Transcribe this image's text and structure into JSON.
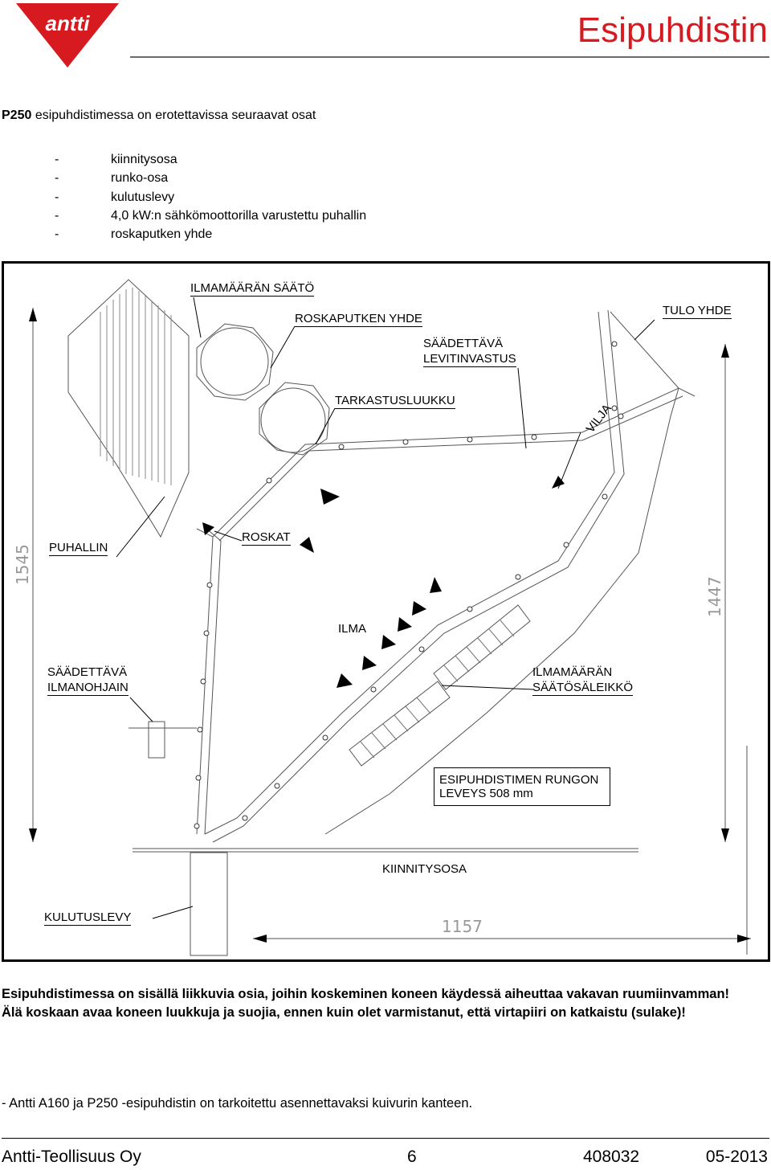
{
  "header": {
    "brand_logo": "antti",
    "title": "Esipuhdistin",
    "accent_color": "#d71920"
  },
  "intro": {
    "model": "P250",
    "text": " esipuhdistimessa on erotettavissa seuraavat osat"
  },
  "parts": [
    {
      "dash": "-",
      "text": "kiinnitysosa"
    },
    {
      "dash": "-",
      "text": "runko-osa"
    },
    {
      "dash": "-",
      "text": "kulutuslevy"
    },
    {
      "dash": "-",
      "text": "4,0 kW:n sähkömoottorilla varustettu puhallin"
    },
    {
      "dash": "-",
      "text": "roskaputken yhde"
    }
  ],
  "diagram": {
    "labels": {
      "ilmamaaran_saato": "ILMAMÄÄRÄN SÄÄTÖ",
      "roskaputken_yhde": "ROSKAPUTKEN YHDE",
      "tulo_yhde": "TULO YHDE",
      "levitinvastus_1": "SÄÄDETTÄVÄ",
      "levitinvastus_2": "LEVITINVASTUS",
      "tarkastusluukku": "TARKASTUSLUUKKU",
      "vilja": "VILJA",
      "puhallin": "PUHALLIN",
      "roskat": "ROSKAT",
      "ilma": "ILMA",
      "ilmanohjain_1": "SÄÄDETTÄVÄ",
      "ilmanohjain_2": "ILMANOHJAIN",
      "saatosaleikko_1": "ILMAMÄÄRÄN",
      "saatosaleikko_2": "SÄÄTÖSÄLEIKKÖ",
      "leveys_1": "ESIPUHDISTIMEN RUNGON",
      "leveys_2": "LEVEYS 508 mm",
      "kiinnitysosa": "KIINNITYSOSA",
      "kulutuslevy": "KULUTUSLEVY"
    },
    "dimensions": {
      "left_height": "1545",
      "right_height": "1447",
      "bottom_width": "1157"
    }
  },
  "warning": {
    "line1": "Esipuhdistimessa on sisällä liikkuvia osia, joihin koskeminen koneen käydessä aiheuttaa vakavan ruumiinvamman!",
    "line2": "Älä koskaan avaa koneen luukkuja ja suojia, ennen kuin olet varmistanut, että virtapiiri on katkaistu (sulake)!"
  },
  "note": "- Antti A160 ja P250 -esipuhdistin on tarkoitettu asennettavaksi kuivurin kanteen.",
  "footer": {
    "company": "Antti-Teollisuus Oy",
    "page": "6",
    "doc_number": "408032",
    "date": "05-2013"
  }
}
